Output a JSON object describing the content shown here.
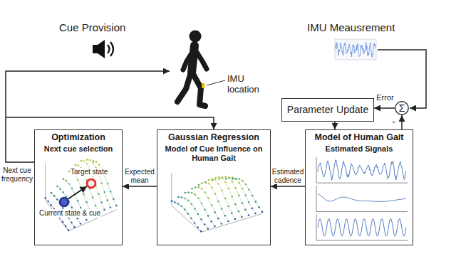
{
  "diagram": {
    "nodes": [
      {
        "text": [
          "Parameter Update"
        ]
      },
      {
        "text": [
          "Σ"
        ]
      },
      {
        "text": [
          "Optimization",
          "Next cue selection"
        ]
      },
      {
        "text": [
          "Gaussian Regression",
          "Model of Cue Influence on Human Gait"
        ]
      },
      {
        "text": [
          "Model of Human Gait",
          "Estimated Signals"
        ]
      }
    ],
    "edges": [
      {
        "from": 1,
        "to": 0,
        "label": "Error",
        "arrow": "to"
      },
      {
        "from": 0,
        "to": 4,
        "arrow": "to"
      },
      {
        "from": 4,
        "to": 1,
        "arrow": "to"
      },
      {
        "from": 4,
        "to": 3,
        "label": "Estimated cadence",
        "arrow": "to"
      },
      {
        "from": 3,
        "to": 2,
        "label": "Expected mean",
        "arrow": "to"
      },
      {
        "from": 2,
        "to": 3,
        "label": "Next cue frequency",
        "arrow": "to"
      }
    ],
    "labels": [
      "Cue Provision",
      "IMU location",
      "IMU Meausrement",
      "Target state",
      "Current state & cue",
      "-"
    ]
  }
}
